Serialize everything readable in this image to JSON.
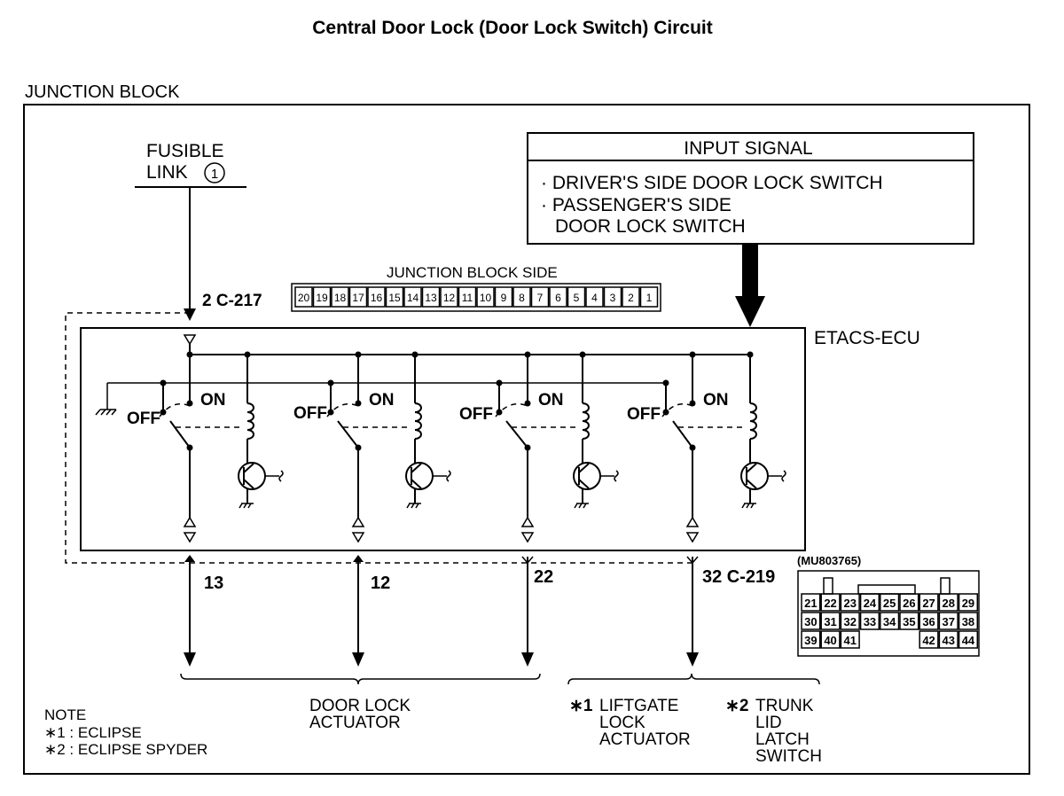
{
  "title": "Central Door Lock (Door Lock Switch) Circuit",
  "junction_block_label": "JUNCTION BLOCK",
  "fusible_link": {
    "line1": "FUSIBLE",
    "line2": "LINK",
    "number": "1"
  },
  "input_signal": {
    "header": "INPUT SIGNAL",
    "item1": "· DRIVER'S SIDE DOOR LOCK SWITCH",
    "item2a": "· PASSENGER'S SIDE",
    "item2b": "DOOR LOCK SWITCH"
  },
  "ecu_label": "ETACS-ECU",
  "connector_c217": {
    "pin_label": "2  C-217",
    "side_label": "JUNCTION BLOCK SIDE",
    "pins": [
      "20",
      "19",
      "18",
      "17",
      "16",
      "15",
      "14",
      "13",
      "12",
      "11",
      "10",
      "9",
      "8",
      "7",
      "6",
      "5",
      "4",
      "3",
      "2",
      "1"
    ]
  },
  "connector_c219": {
    "part_number": "(MU803765)",
    "row1": [
      "21",
      "22",
      "23",
      "24",
      "25",
      "26",
      "27",
      "28",
      "29"
    ],
    "row2": [
      "30",
      "31",
      "32",
      "33",
      "34",
      "35",
      "36",
      "37",
      "38"
    ],
    "row3": [
      "39",
      "40",
      "41",
      "",
      "",
      "",
      "42",
      "43",
      "44"
    ]
  },
  "switch_labels": {
    "on": "ON",
    "off": "OFF"
  },
  "pins_out": {
    "p13": "13",
    "p12": "12",
    "p22": "22",
    "p32": "32  C-219"
  },
  "door_lock_actuator": {
    "line1": "DOOR LOCK",
    "line2": "ACTUATOR"
  },
  "liftgate": {
    "mark": "∗1",
    "line1": "LIFTGATE",
    "line2": "LOCK",
    "line3": "ACTUATOR"
  },
  "trunk": {
    "mark": "∗2",
    "line1": "TRUNK",
    "line2": "LID",
    "line3": "LATCH",
    "line4": "SWITCH"
  },
  "note": {
    "title": "NOTE",
    "line1": "∗1 : ECLIPSE",
    "line2": "∗2 : ECLIPSE SPYDER"
  }
}
